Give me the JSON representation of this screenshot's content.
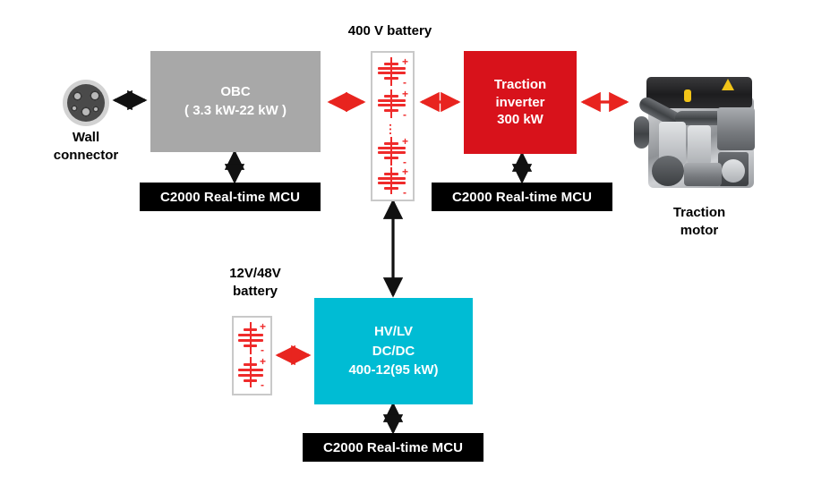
{
  "diagram": {
    "title": "EV powertrain block diagram",
    "colors": {
      "obc_fill": "#a8a8a8",
      "inverter_fill": "#d8121b",
      "dcdc_fill": "#00bcd4",
      "mcu_fill": "#000000",
      "power_arrow": "#e8241f",
      "signal_arrow": "#000000",
      "battery_symbol": "#ef2b2b",
      "battery_frame": "#c9c9c9"
    }
  },
  "nodes": {
    "wall_connector": {
      "label_line1": "Wall",
      "label_line2": "connector",
      "icon": "ev-charge-port-icon"
    },
    "obc": {
      "line1": "OBC",
      "line2": "( 3.3 kW-22 kW )"
    },
    "battery_hv": {
      "title": "400 V battery",
      "cells": 4,
      "plus_sign": "+",
      "minus_sign": "-",
      "ellipsis": "..."
    },
    "traction_inverter": {
      "line1": "Traction",
      "line2": "inverter",
      "line3": "300 kW"
    },
    "traction_motor": {
      "label_line1": "Traction",
      "label_line2": "motor",
      "image": "engine-photo"
    },
    "battery_lv": {
      "title_line1": "12V/48V",
      "title_line2": "battery",
      "cells": 2,
      "plus_sign": "+",
      "minus_sign": "-"
    },
    "dcdc": {
      "line1": "HV/LV",
      "line2": "DC/DC",
      "line3": "400-12(95 kW)"
    },
    "mcu_obc": {
      "label": "C2000 Real-time MCU"
    },
    "mcu_inverter": {
      "label": "C2000 Real-time MCU"
    },
    "mcu_dcdc": {
      "label": "C2000 Real-time MCU"
    }
  }
}
